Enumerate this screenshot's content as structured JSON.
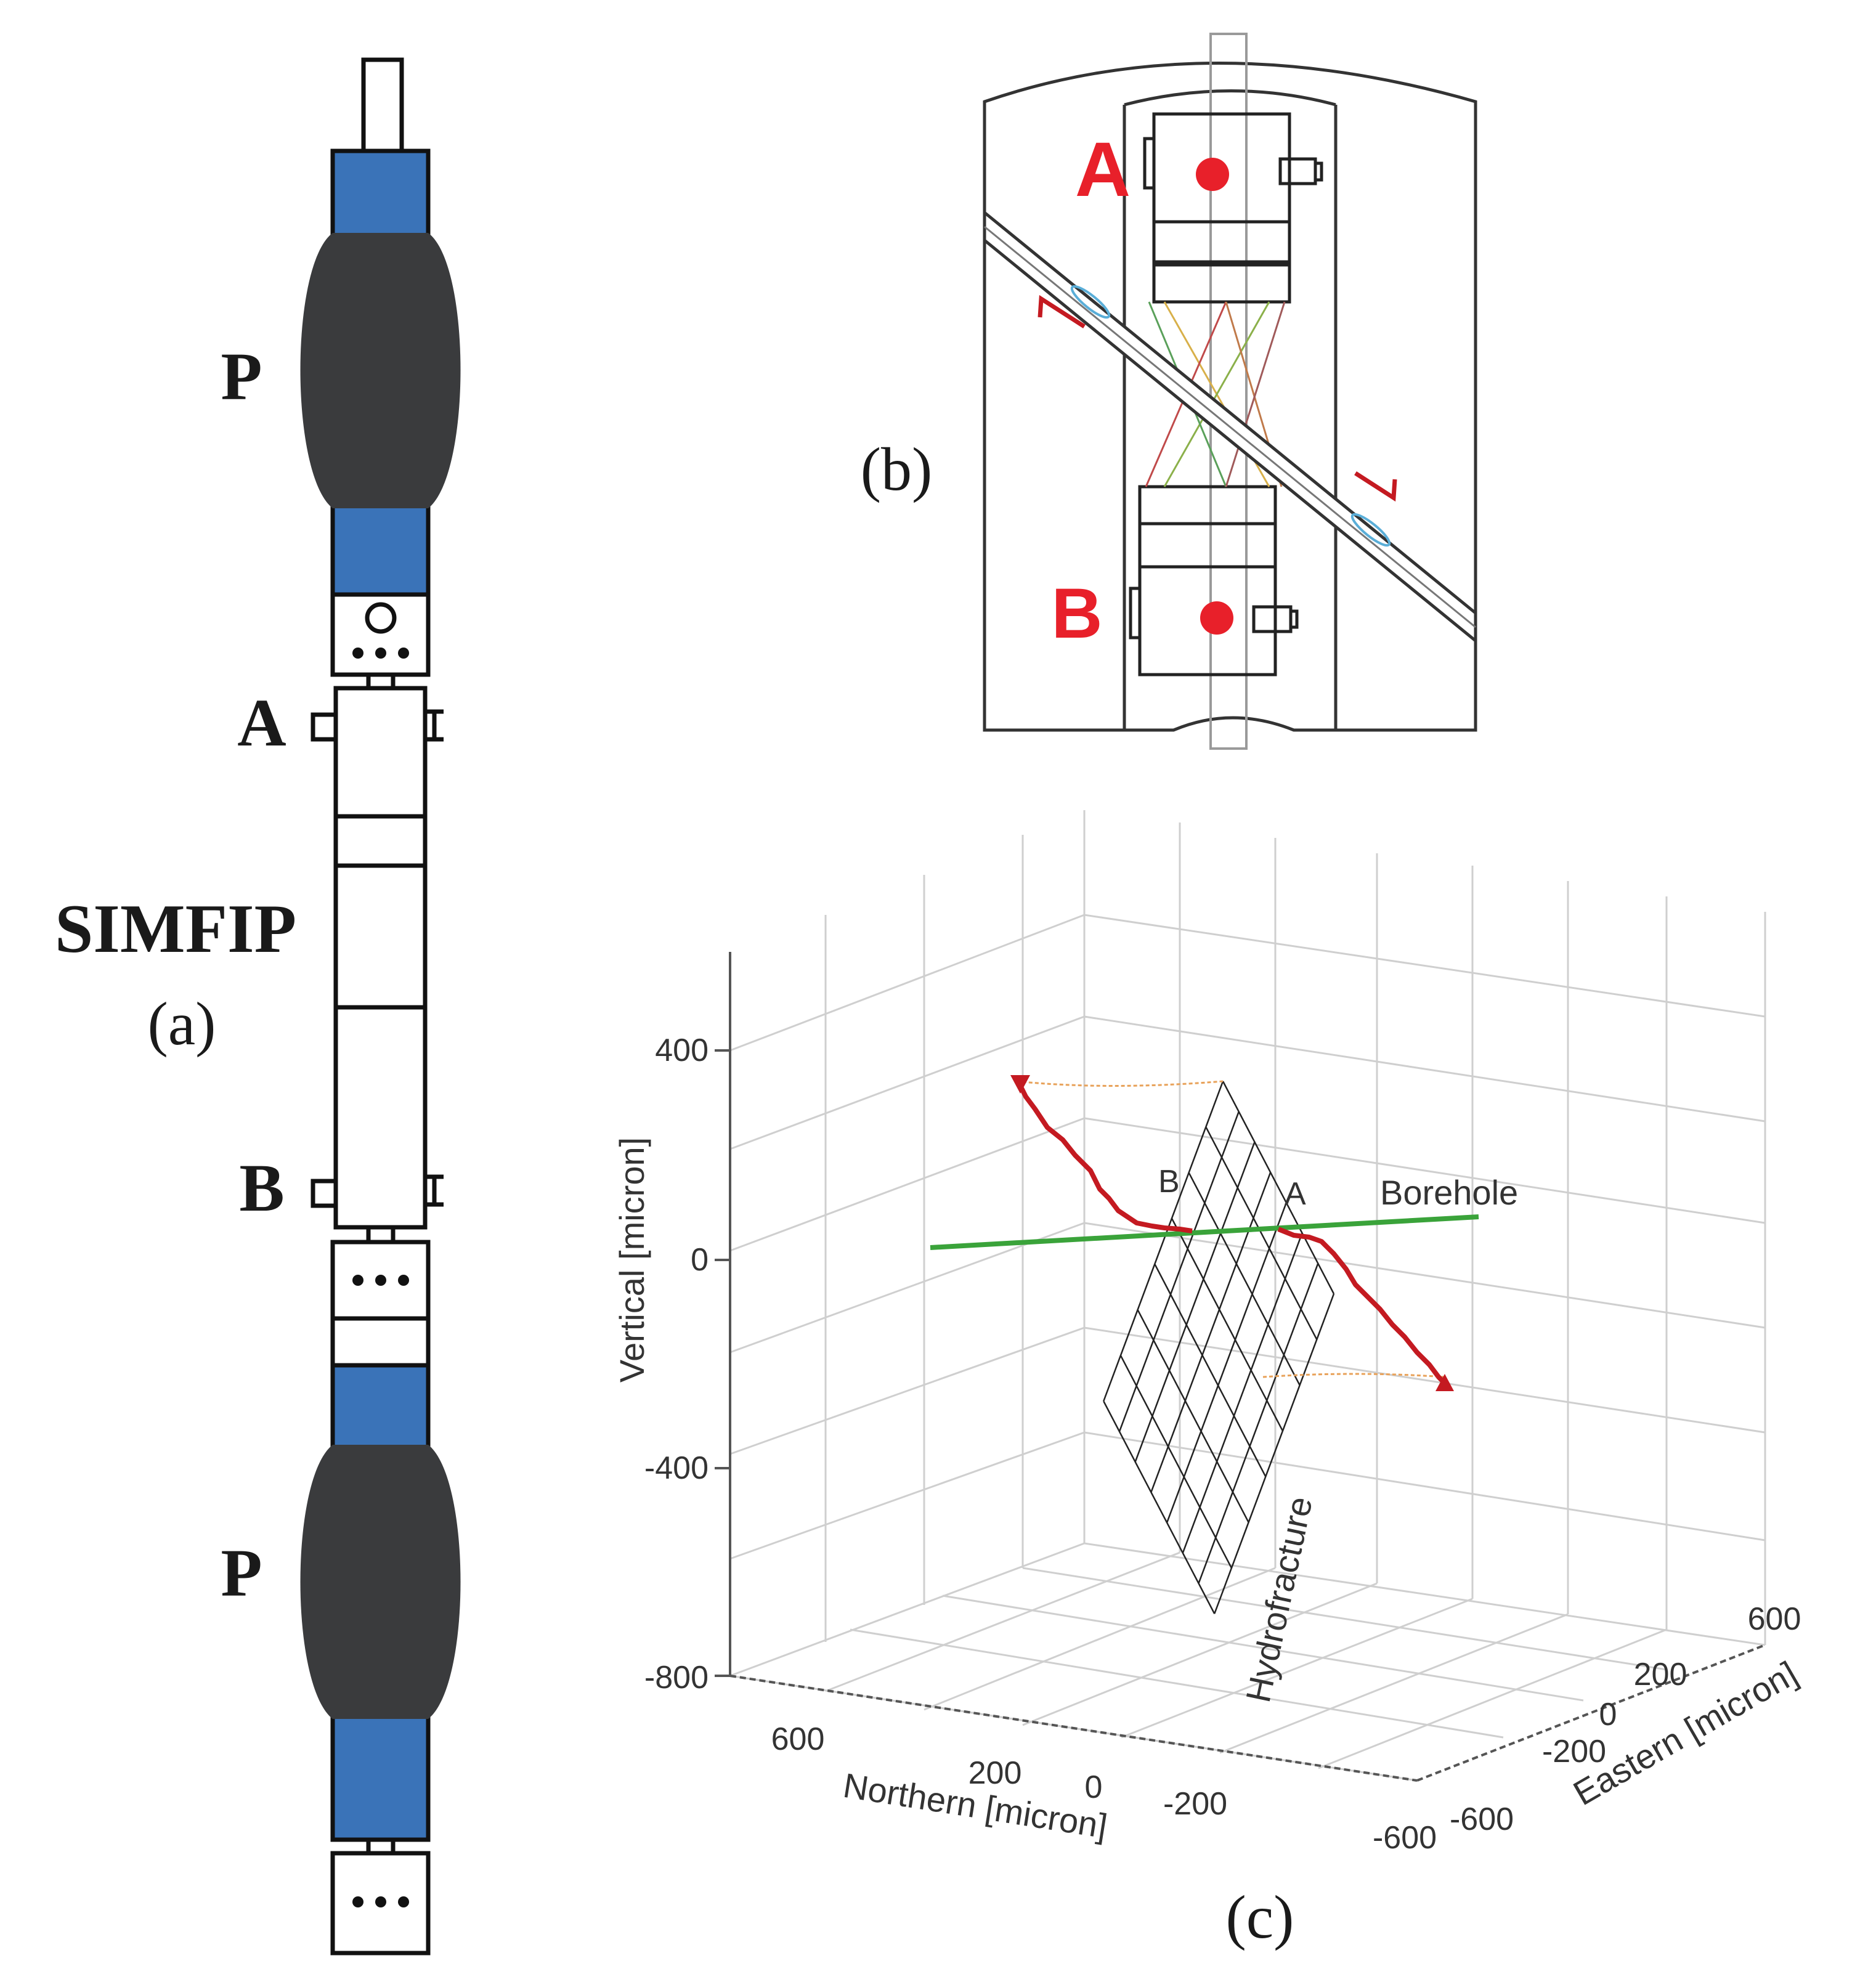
{
  "colors": {
    "packer_rubber": "#3a3b3d",
    "packer_steel": "#3a73b8",
    "outline": "#111111",
    "anchor_red": "#e8202a",
    "trajectory_red": "#c41a21",
    "borehole_green": "#3aa33a",
    "projection_orange": "#e8a25a",
    "grid_gray": "#cfcfcf",
    "fracture_blue": "#5aaed8"
  },
  "panel_a": {
    "caption": "(a)",
    "tool_name": "SIMFIP",
    "packer_upper_label": "P",
    "packer_lower_label": "P",
    "anchor_upper_label": "A",
    "anchor_lower_label": "B"
  },
  "panel_b": {
    "caption": "(b)",
    "anchor_upper_label": "A",
    "anchor_lower_label": "B",
    "icons": [
      "slip-arrow-icon",
      "strain-gauge-icon"
    ]
  },
  "panel_c": {
    "caption": "(c)",
    "vertical_axis_label": "Vertical [micron]",
    "northern_axis_label": "Northern [micron]",
    "eastern_axis_label": "Eastern [micron]",
    "vertical_ticks": [
      "400",
      "0",
      "-400",
      "-800"
    ],
    "northern_ticks": [
      "600",
      "200",
      "0",
      "-200",
      "-600"
    ],
    "eastern_ticks": [
      "-600",
      "-200",
      "0",
      "200",
      "600"
    ],
    "borehole_label": "Borehole",
    "fracture_label": "Hydrofracture",
    "anchor_upper_label": "A",
    "anchor_lower_label": "B"
  }
}
